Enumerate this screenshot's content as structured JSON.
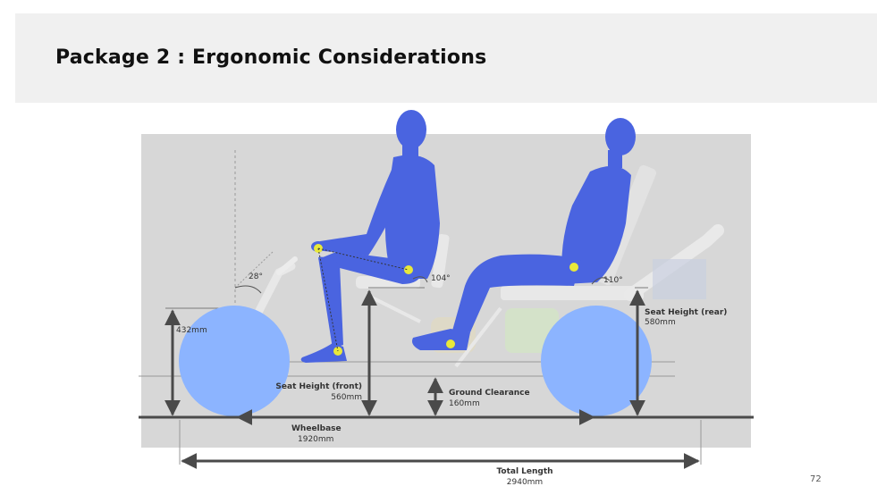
{
  "slide": {
    "title": "Package 2 : Ergonomic Considerations",
    "page_number": "72"
  },
  "diagram": {
    "angle_handlebar": "28°",
    "angle_knee": "104°",
    "angle_rear_back": "110°",
    "front_wheel_height": "432mm",
    "seat_height_front": {
      "label": "Seat Height (front)",
      "value": "560mm"
    },
    "ground_clearance": {
      "label": "Ground Clearance",
      "value": "160mm"
    },
    "seat_height_rear": {
      "label": "Seat Height (rear)",
      "value": "580mm"
    },
    "wheelbase": {
      "label": "Wheelbase",
      "value": "1920mm"
    },
    "total_length": {
      "label": "Total Length",
      "value": "2940mm"
    }
  },
  "colors": {
    "figure": "#4a64e0",
    "wheel": "#8cb4ff",
    "panel": "#d7d7d7",
    "dimension": "#4a4a4a",
    "joint": "#e8e83a"
  }
}
